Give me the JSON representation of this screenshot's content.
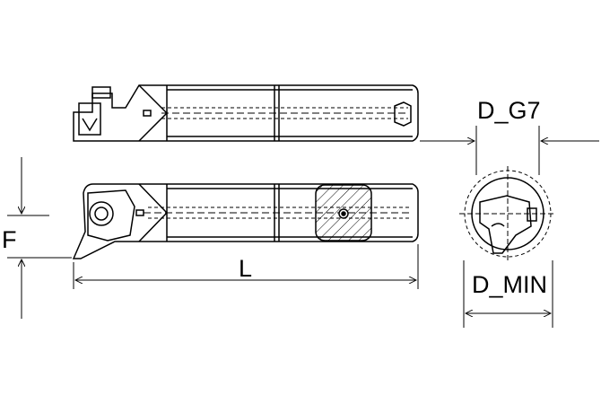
{
  "dimensions": {
    "length": "L",
    "height": "F",
    "bore_diameter": "D_G7",
    "min_bore_diameter": "D_MIN"
  },
  "colors": {
    "line": "#000000",
    "background": "#ffffff"
  }
}
